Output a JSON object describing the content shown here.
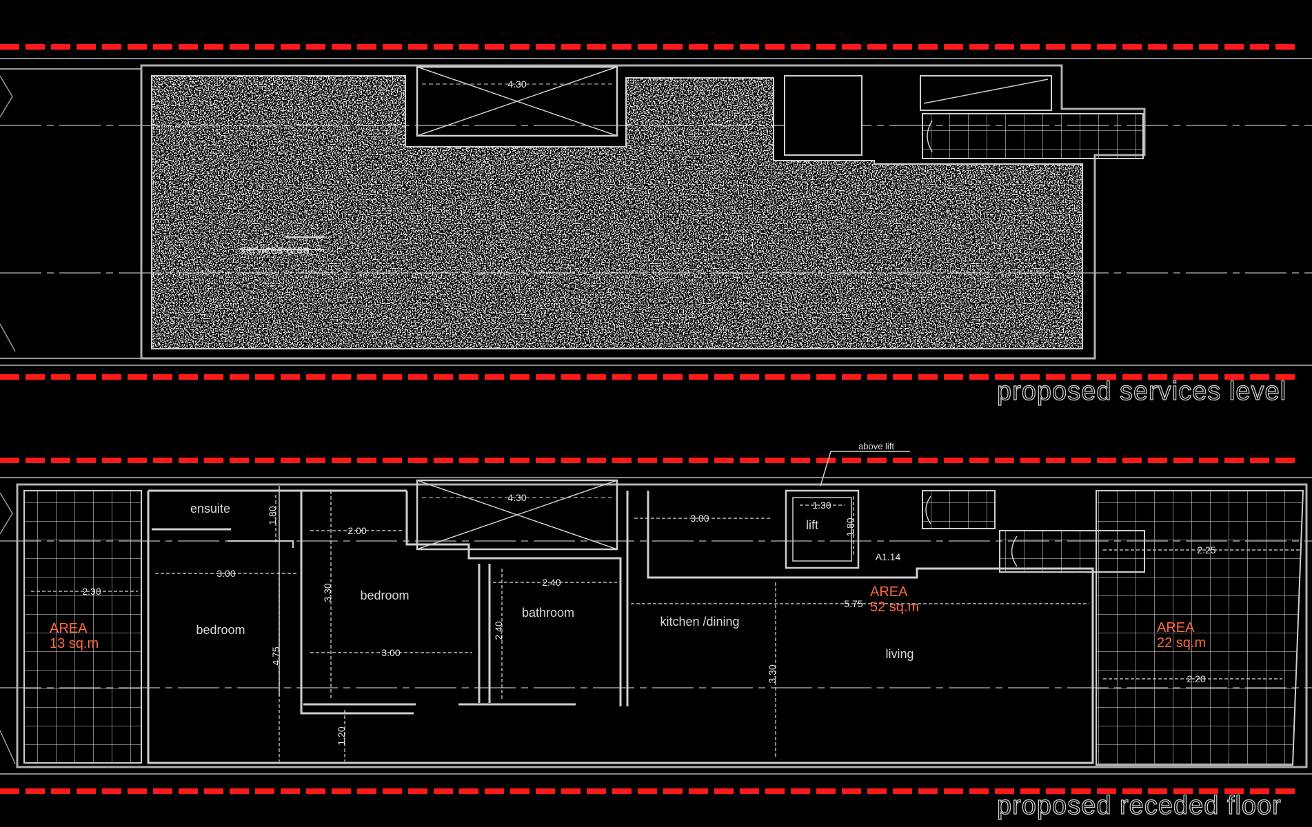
{
  "upper_plan": {
    "title": "proposed services level",
    "room_label": "services area",
    "dims": {
      "void_width": "4.30"
    }
  },
  "lower_plan": {
    "title": "proposed receded floor",
    "callout": "above lift",
    "rooms": {
      "ensuite": "ensuite",
      "bedroom_1": "bedroom",
      "bedroom_2": "bedroom",
      "bathroom": "bathroom",
      "kitchen": "kitchen /dining",
      "living": "living",
      "lift": "lift"
    },
    "areas": {
      "left_terrace": {
        "label": "AREA",
        "value": "13 sq.m"
      },
      "interior": {
        "label": "AREA",
        "value": "52 sq.m"
      },
      "right_terrace": {
        "label": "AREA",
        "value": "22 sq.m"
      }
    },
    "dims": {
      "void_width": "4.30",
      "ensuite_h": "1.80",
      "bedroom1_w": "3.00",
      "terrace_w": "2.30",
      "bedroom1_h": "4.75",
      "bedroom2_top": "2.00",
      "bedroom2_h": "3.30",
      "bedroom2_bottom": "3.00",
      "lower_h": "1.20",
      "bath_w": "2.40",
      "bath_h": "2.40",
      "kitchen_w": "3.00",
      "lift_w": "1.30",
      "lift_h": "1.80",
      "stair_dim": "A1.14",
      "living_w": "5.75",
      "living_h": "3.30",
      "right_dim1": "2.25",
      "right_dim2": "2.20"
    }
  }
}
